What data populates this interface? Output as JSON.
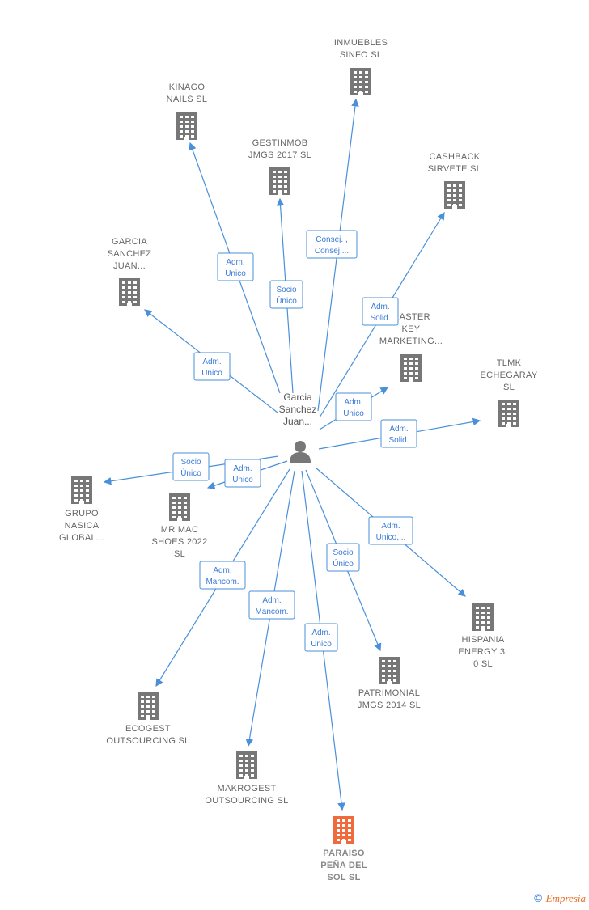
{
  "center": {
    "label": [
      "Garcia",
      "Sanchez",
      "Juan..."
    ],
    "icon": "person-icon"
  },
  "colors": {
    "edge": "#4a90d9",
    "building": "#777777",
    "highlight": "#f06a3b"
  },
  "companies": [
    {
      "id": "inmuebles",
      "label": [
        "INMUEBLES",
        "SINFO  SL"
      ],
      "relation": [
        "Consej. ,",
        "Consej...."
      ]
    },
    {
      "id": "kinago",
      "label": [
        "KINAGO",
        "NAILS  SL"
      ],
      "relation": [
        "Adm.",
        "Unico"
      ]
    },
    {
      "id": "gestinmob",
      "label": [
        "GESTINMOB",
        "JMGS 2017  SL"
      ],
      "relation": [
        "Socio",
        "Único"
      ]
    },
    {
      "id": "cashback",
      "label": [
        "CASHBACK",
        "SIRVETE SL"
      ],
      "relation": [
        "Adm.",
        "Solid."
      ]
    },
    {
      "id": "garcia",
      "label": [
        "GARCIA",
        "SANCHEZ",
        "JUAN..."
      ],
      "relation": [
        "Adm.",
        "Unico"
      ]
    },
    {
      "id": "master",
      "label": [
        "MASTER",
        "KEY",
        "MARKETING..."
      ],
      "relation": [
        "Adm.",
        "Unico"
      ]
    },
    {
      "id": "tlmk",
      "label": [
        "TLMK",
        "ECHEGARAY",
        "SL"
      ],
      "relation": [
        "Adm.",
        "Solid."
      ]
    },
    {
      "id": "grupo",
      "label": [
        "GRUPO",
        "NASICA",
        "GLOBAL..."
      ],
      "relation": [
        "Socio",
        "Único"
      ]
    },
    {
      "id": "mrmac",
      "label": [
        "MR MAC",
        "SHOES 2022",
        "SL"
      ],
      "relation": [
        "Adm.",
        "Unico"
      ]
    },
    {
      "id": "hispania",
      "label": [
        "HISPANIA",
        "ENERGY 3.",
        "0  SL"
      ],
      "relation": [
        "Adm.",
        "Unico,..."
      ]
    },
    {
      "id": "patrimonial",
      "label": [
        "PATRIMONIAL",
        "JMGS 2014  SL"
      ],
      "relation": [
        "Socio",
        "Único"
      ]
    },
    {
      "id": "ecogest",
      "label": [
        "ECOGEST",
        "OUTSOURCING SL"
      ],
      "relation": [
        "Adm.",
        "Mancom."
      ]
    },
    {
      "id": "makrogest",
      "label": [
        "MAKROGEST",
        "OUTSOURCING SL"
      ],
      "relation": [
        "Adm.",
        "Mancom."
      ]
    },
    {
      "id": "paraiso",
      "label": [
        "PARAISO",
        "PEÑA DEL",
        "SOL  SL"
      ],
      "relation": [
        "Adm.",
        "Unico"
      ],
      "highlight": true
    }
  ],
  "footer": {
    "copyright": "©",
    "brand": "Empresia"
  }
}
